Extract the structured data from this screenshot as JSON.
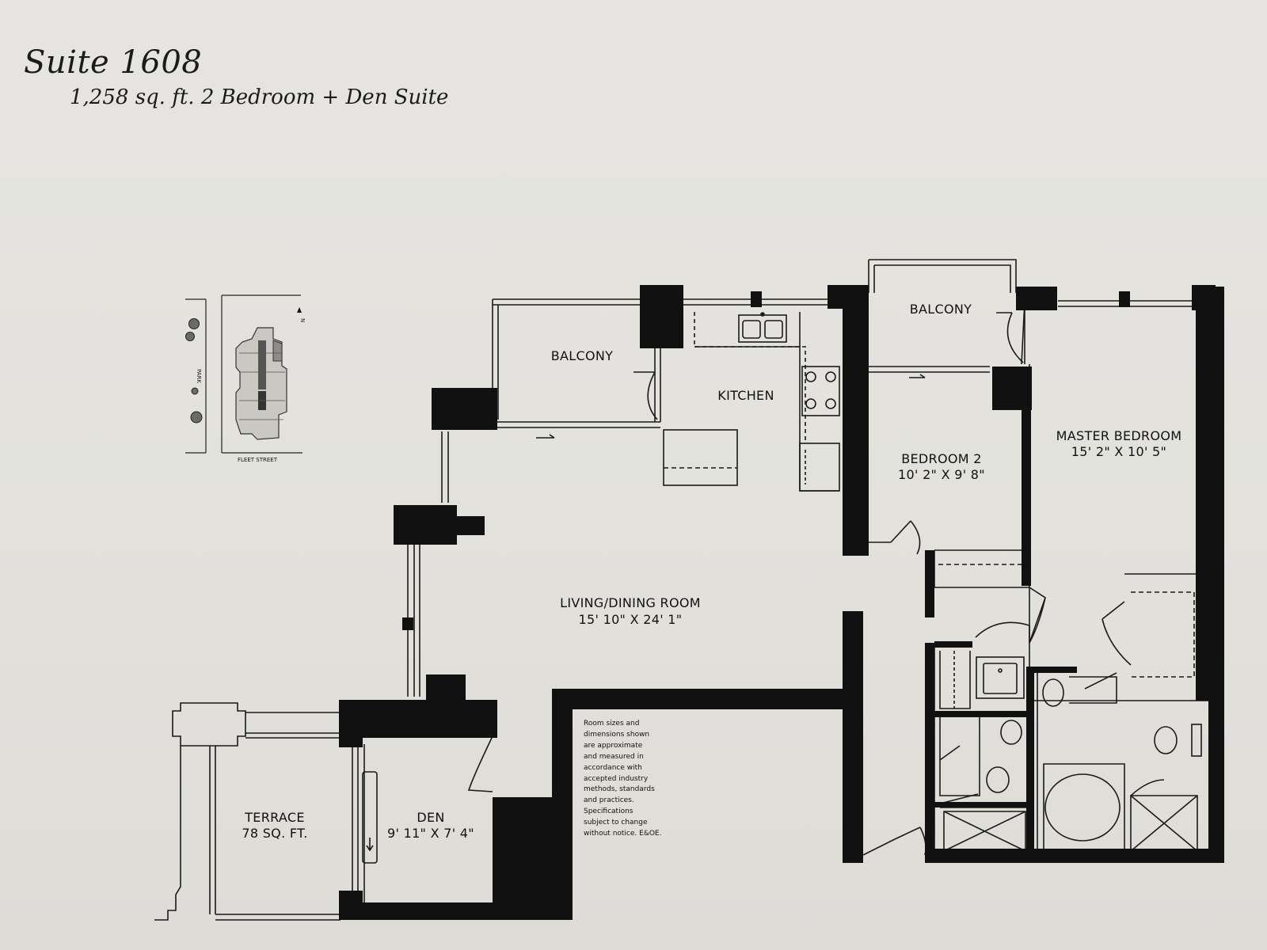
{
  "header": {
    "title": "Suite 1608",
    "subtitle": "1,258 sq. ft. 2 Bedroom + Den Suite"
  },
  "key_plan": {
    "street_label": "FLEET STREET",
    "park_label": "PARK",
    "north_label": "N"
  },
  "rooms": {
    "balcony_kitchen": {
      "name": "BALCONY"
    },
    "balcony_bedroom": {
      "name": "BALCONY"
    },
    "kitchen": {
      "name": "KITCHEN"
    },
    "bedroom2": {
      "name": "BEDROOM 2",
      "size": "10' 2\" X 9' 8\""
    },
    "master": {
      "name": "MASTER BEDROOM",
      "size": "15' 2\" X 10' 5\""
    },
    "living": {
      "name": "LIVING/DINING ROOM",
      "size": "15' 10\" X 24' 1\""
    },
    "terrace": {
      "name": "TERRACE",
      "size": "78 SQ. FT."
    },
    "den": {
      "name": "DEN",
      "size": "9' 11\" X 7' 4\""
    }
  },
  "disclaimer": {
    "lines": [
      "Room sizes and",
      "dimensions shown",
      "are approximate",
      "and measured in",
      "accordance with",
      "accepted industry",
      "methods, standards",
      "and practices.",
      "Specifications",
      "subject to change",
      "without notice. E&OE."
    ]
  },
  "colors": {
    "wall": "#111111",
    "paper": "#e4e3df",
    "line": "#1a1a1a"
  }
}
